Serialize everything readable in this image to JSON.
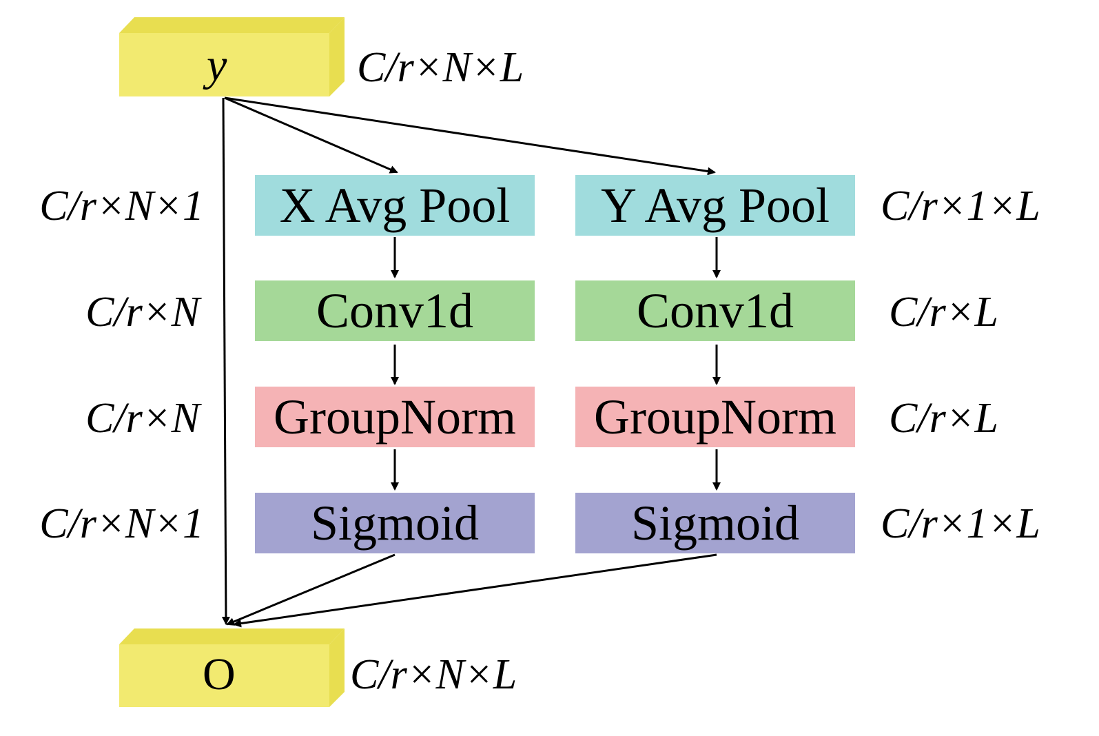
{
  "colors": {
    "tensor": "#f2ea70",
    "tensor_side": "#e8de50",
    "pool": "#a0dcdd",
    "conv": "#a5d898",
    "norm": "#f5b3b5",
    "sigmoid": "#a3a3d0",
    "arrow": "#000000"
  },
  "input": {
    "label": "y",
    "dim": "C/r×N×L"
  },
  "output": {
    "label": "O",
    "dim": "C/r×N×L"
  },
  "left_branch": {
    "pool": "X Avg Pool",
    "conv": "Conv1d",
    "norm": "GroupNorm",
    "sigmoid": "Sigmoid",
    "dims": [
      "C/r×N×1",
      "C/r×N",
      "C/r×N",
      "C/r×N×1"
    ]
  },
  "right_branch": {
    "pool": "Y Avg Pool",
    "conv": "Conv1d",
    "norm": "GroupNorm",
    "sigmoid": "Sigmoid",
    "dims": [
      "C/r×1×L",
      "C/r×L",
      "C/r×L",
      "C/r×1×L"
    ]
  }
}
